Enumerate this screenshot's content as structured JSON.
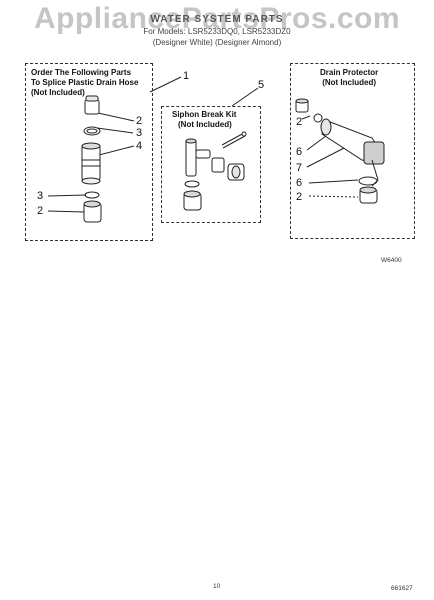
{
  "header": {
    "watermark": "AppliancePartsPros.com",
    "title": "WATER SYSTEM PARTS",
    "models": "For Models: LSR5233DQ0, LSR5233DZ0",
    "colors": "(Designer White) (Designer Almond)"
  },
  "boxes": {
    "splice": {
      "title_line1": "Order The Following Parts",
      "title_line2": "To Splice Plastic Drain Hose",
      "title_line3": "(Not Included)"
    },
    "siphon": {
      "title_line1": "Siphon Break Kit",
      "title_line2": "(Not Included)"
    },
    "drain": {
      "title_line1": "Drain Protector",
      "title_line2": "(Not Included)"
    }
  },
  "callouts": {
    "c1": "1",
    "c5": "5",
    "splice_2a": "2",
    "splice_3a": "3",
    "splice_4": "4",
    "splice_3b": "3",
    "splice_2b": "2",
    "drain_2a": "2",
    "drain_6a": "6",
    "drain_7": "7",
    "drain_6b": "6",
    "drain_2b": "2"
  },
  "figure_code": "W6400",
  "footer": {
    "page_number": "10",
    "part_number": "661627"
  }
}
